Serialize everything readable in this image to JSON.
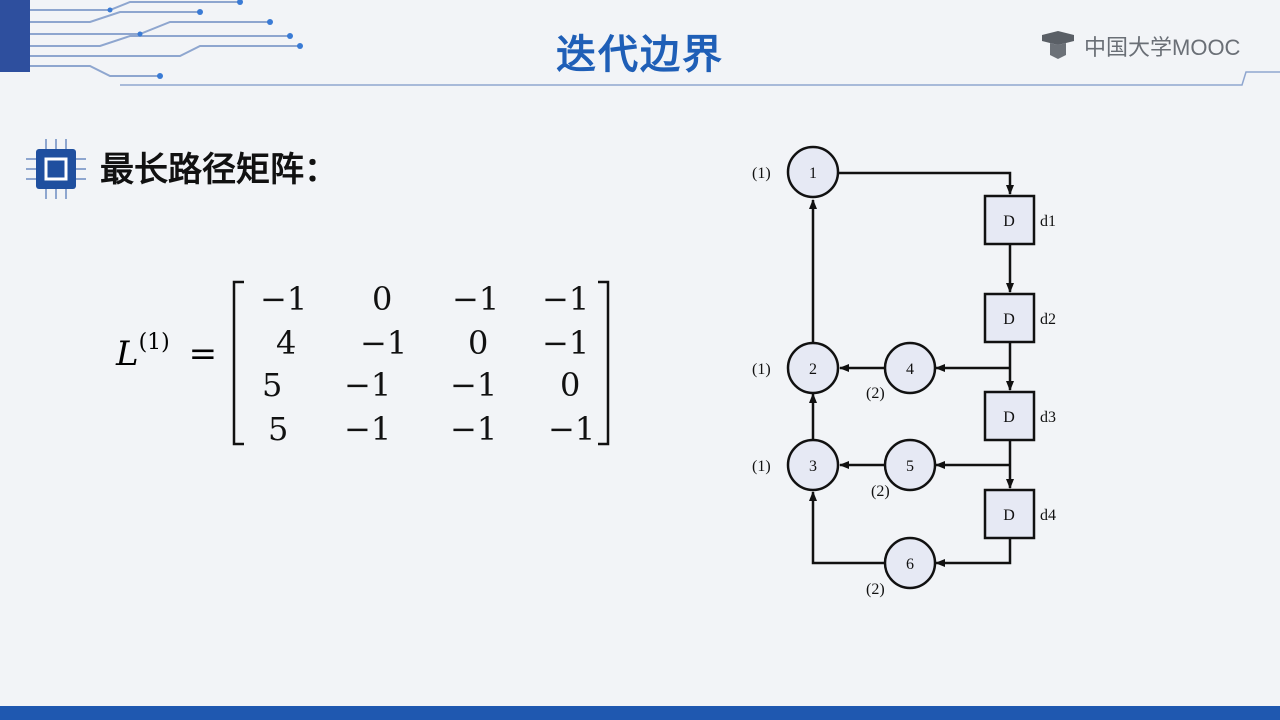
{
  "slide": {
    "title": "迭代边界",
    "logo_text": "中国大学MOOC",
    "section_title": "最长路径矩阵："
  },
  "formula": {
    "symbol": "L",
    "superscript": "(1)",
    "equals": "=",
    "rows": [
      [
        "−1",
        "0",
        "−1",
        "−1"
      ],
      [
        "4",
        "−1",
        "0",
        "−1"
      ],
      [
        "5",
        "−1",
        "−1",
        "0"
      ],
      [
        "5",
        "−1",
        "−1",
        "−1"
      ]
    ]
  },
  "diagram": {
    "nodes": [
      {
        "label": "1",
        "weight": "(1)"
      },
      {
        "label": "2",
        "weight": "(1)"
      },
      {
        "label": "3",
        "weight": "(1)"
      },
      {
        "label": "4",
        "weight": "(2)"
      },
      {
        "label": "5",
        "weight": "(2)"
      },
      {
        "label": "6",
        "weight": "(2)"
      }
    ],
    "delays": [
      {
        "label": "D",
        "name": "d1"
      },
      {
        "label": "D",
        "name": "d2"
      },
      {
        "label": "D",
        "name": "d3"
      },
      {
        "label": "D",
        "name": "d4"
      }
    ]
  },
  "colors": {
    "title": "#1f5fb7",
    "accent_bar": "#1f58b0",
    "node_fill": "#e6e9f4"
  }
}
